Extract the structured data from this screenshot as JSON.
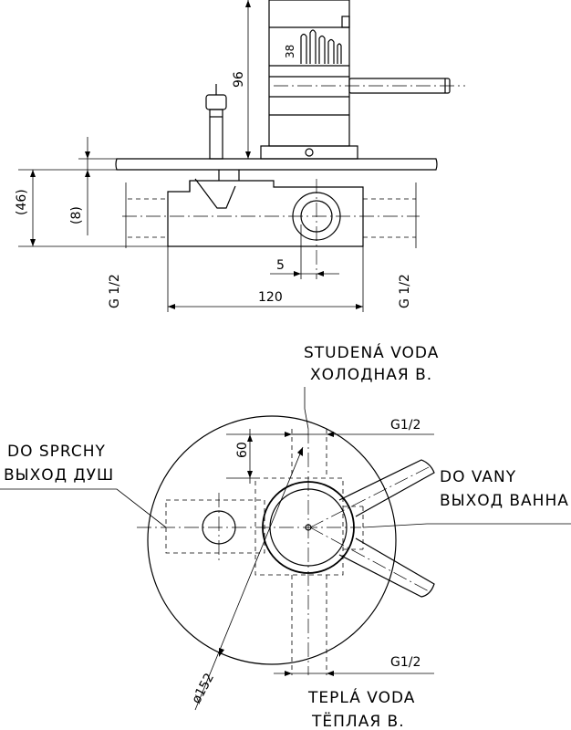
{
  "side_view": {
    "dim_96": "96",
    "dim_38": "38",
    "dim_46": "(46)",
    "dim_8": "(8)",
    "dim_5": "5",
    "dim_120": "120",
    "thread_left": "G 1/2",
    "thread_right": "G 1/2"
  },
  "top_view": {
    "cold_label_line1": "STUDENÁ VODA",
    "cold_label_line2": "ХОЛОДНАЯ В.",
    "shower_label_line1": "DO SPRCHY",
    "shower_label_line2": "ВЫХОД ДУШ",
    "bath_label_line1": "DO VANY",
    "bath_label_line2": "ВЫХОД ВАННА",
    "hot_label_line1": "TEPLÁ VODA",
    "hot_label_line2": "ТЁПЛАЯ В.",
    "thread_top": "G1/2",
    "thread_bottom": "G1/2",
    "dim_60": "60",
    "dim_diameter": "ø152"
  }
}
